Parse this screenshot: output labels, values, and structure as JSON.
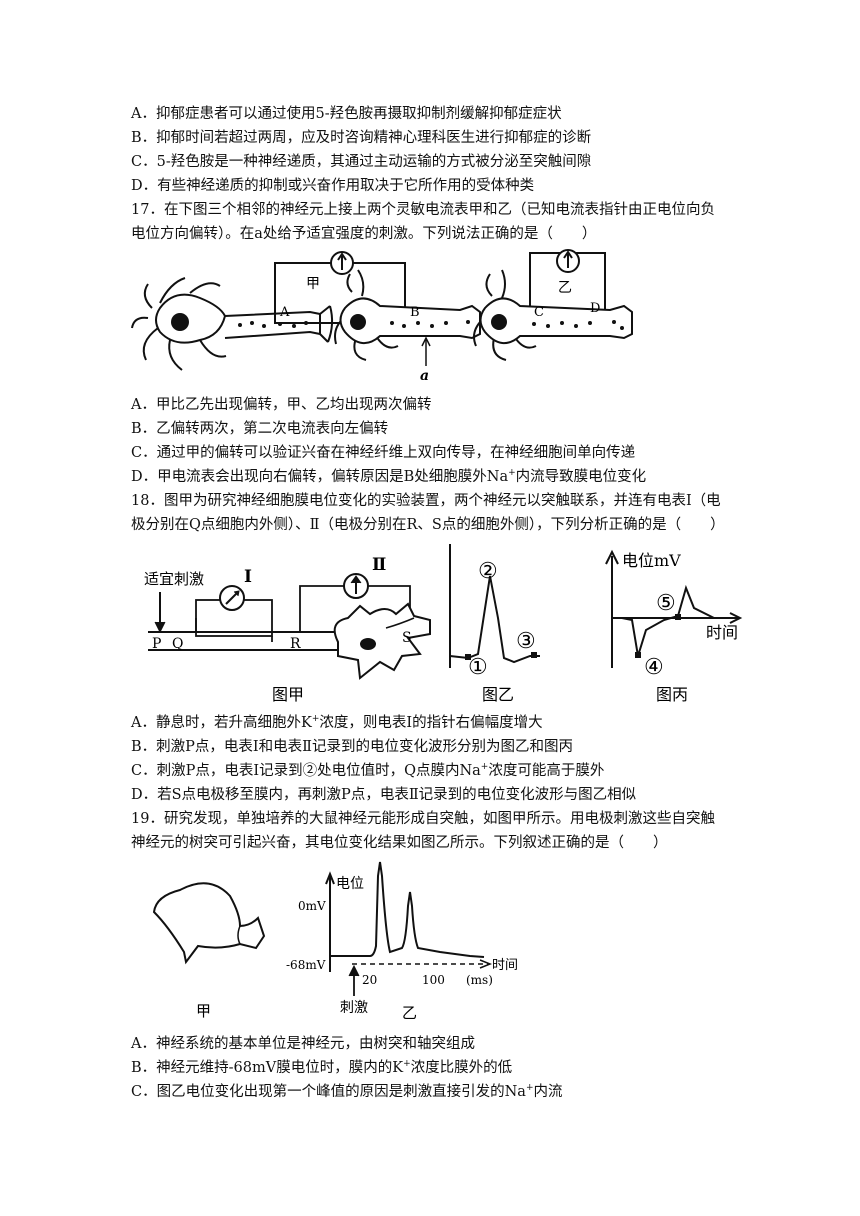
{
  "q16": {
    "A": "A．抑郁症患者可以通过使用5-羟色胺再摄取抑制剂缓解抑郁症症状",
    "B": "B．抑郁时间若超过两周，应及时咨询精神心理科医生进行抑郁症的诊断",
    "C": "C．5-羟色胺是一种神经递质，其通过主动运输的方式被分泌至突触间隙",
    "D": "D．有些神经递质的抑制或兴奋作用取决于它所作用的受体种类"
  },
  "q17": {
    "stem_1": "17．在下图三个相邻的神经元上接上两个灵敏电流表甲和乙（已知电流表指针由正电位向负",
    "stem_2": "电位方向偏转）。在a处给予适宜强度的刺激。下列说法正确的是（　　）",
    "fig": {
      "meter1": "甲",
      "meter2": "乙",
      "A": "A",
      "B": "B",
      "C": "C",
      "D": "D",
      "a": "a"
    },
    "A": "A．甲比乙先出现偏转，甲、乙均出现两次偏转",
    "B": "B．乙偏转两次，第二次电流表向左偏转",
    "C": "C．通过甲的偏转可以验证兴奋在神经纤维上双向传导，在神经细胞间单向传递",
    "D_pre": "D．甲电流表会出现向右偏转，偏转原因是B处细胞膜外Na",
    "D_sup": "+",
    "D_post": "内流导致膜电位变化"
  },
  "q18": {
    "stem_1": "18．图甲为研究神经细胞膜电位变化的实验装置，两个神经元以突触联系，并连有电表Ⅰ（电",
    "stem_2": "极分别在Q点细胞内外侧）、Ⅱ（电极分别在R、S点的细胞外侧），下列分析正确的是（　　）",
    "fig": {
      "stim": "适宜刺激",
      "I": "Ⅰ",
      "II": "Ⅱ",
      "P": "P",
      "Q": "Q",
      "R": "R",
      "S": "S",
      "jia": "图甲",
      "yi": "图乙",
      "bing": "图丙",
      "c1": "①",
      "c2": "②",
      "c3": "③",
      "c4": "④",
      "c5": "⑤",
      "ylabel": "电位mV",
      "xlabel": "时间"
    },
    "A_pre": "A．静息时，若升高细胞外K",
    "A_sup": "+",
    "A_post": "浓度，则电表Ⅰ的指针右偏幅度增大",
    "B": "B．刺激P点，电表Ⅰ和电表Ⅱ记录到的电位变化波形分别为图乙和图丙",
    "C_pre": "C．刺激P点，电表Ⅰ记录到②处电位值时，Q点膜内Na",
    "C_sup": "+",
    "C_post": "浓度可能高于膜外",
    "D": "D．若S点电极移至膜内，再刺激P点，电表Ⅱ记录到的电位变化波形与图乙相似"
  },
  "q19": {
    "stem_1": "19．研究发现，单独培养的大鼠神经元能形成自突触，如图甲所示。用电极刺激这些自突触",
    "stem_2": "神经元的树突可引起兴奋，其电位变化结果如图乙所示。下列叙述正确的是（　　）",
    "fig": {
      "jia": "甲",
      "yi": "乙",
      "ylabel": "电位",
      "zero": "0mV",
      "rest": "-68mV",
      "t20": "20",
      "t100": "100",
      "unit": "(ms)",
      "xlabel": "时间",
      "stim": "刺激"
    },
    "A": "A．神经系统的基本单位是神经元，由树突和轴突组成",
    "B_pre": "B．神经元维持-68mV膜电位时，膜内的K",
    "B_sup": "+",
    "B_post": "浓度比膜外的低",
    "C_pre": "C．图乙电位变化出现第一个峰值的原因是刺激直接引发的Na",
    "C_sup": "+",
    "C_post": "内流"
  }
}
